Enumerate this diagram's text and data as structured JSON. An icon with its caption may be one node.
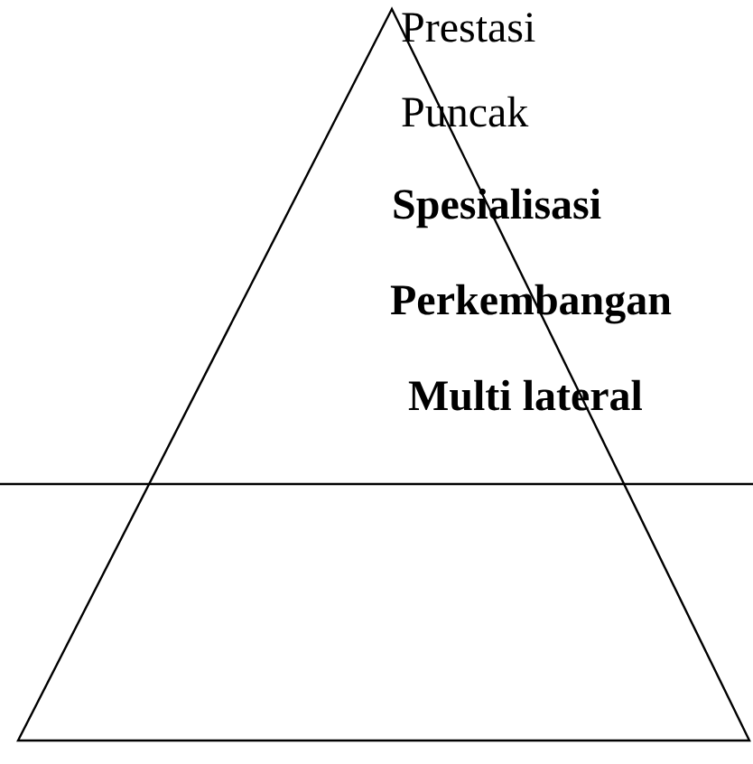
{
  "diagram": {
    "nodes": [
      {
        "text": [
          "Prestasi",
          "Puncak",
          "Spesialisasi",
          "Perkembangan",
          "Multi lateral"
        ]
      }
    ]
  }
}
